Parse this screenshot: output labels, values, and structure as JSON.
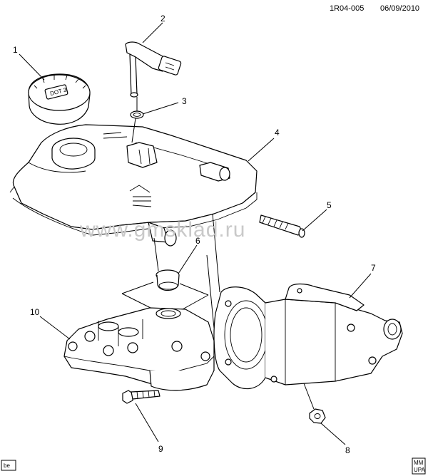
{
  "header": {
    "code": "1R04-005",
    "date": "06/09/2010"
  },
  "watermark": "www.gmsklad.ru",
  "callouts": [
    {
      "number": "1",
      "part": "reservoir-cap"
    },
    {
      "number": "2",
      "part": "fluid-level-sensor"
    },
    {
      "number": "3",
      "part": "o-ring"
    },
    {
      "number": "4",
      "part": "fluid-reservoir"
    },
    {
      "number": "5",
      "part": "stud"
    },
    {
      "number": "6",
      "part": "grommets"
    },
    {
      "number": "7",
      "part": "brake-booster"
    },
    {
      "number": "8",
      "part": "nut"
    },
    {
      "number": "9",
      "part": "bolt"
    },
    {
      "number": "10",
      "part": "master-cylinder"
    }
  ],
  "badges": {
    "corner_left": "be",
    "corner_right_top": "MM",
    "corner_right_bottom": "UPA"
  },
  "icons": [
    "cap-icon",
    "sensor-icon",
    "o-ring-icon",
    "reservoir-icon",
    "stud-icon",
    "grommet-icon",
    "booster-icon",
    "nut-icon",
    "bolt-icon",
    "master-cylinder-icon"
  ]
}
